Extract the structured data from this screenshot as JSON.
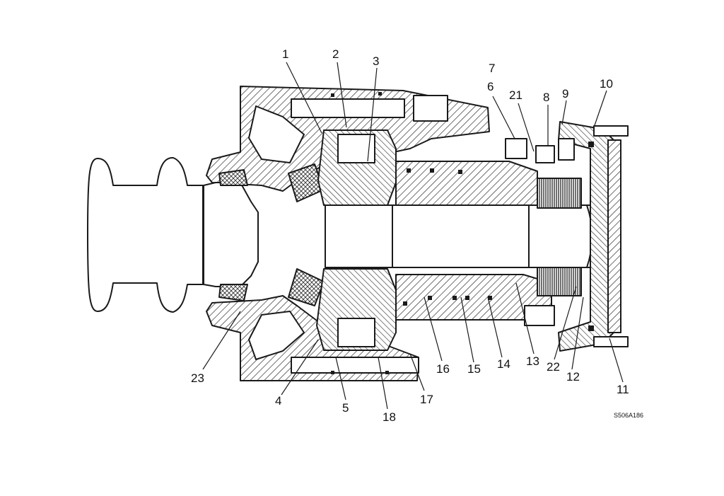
{
  "figure": {
    "code": "S506A186",
    "palette": {
      "ink": "#1a1a1a",
      "paper": "#ffffff",
      "hatch": "#3a3a3a"
    },
    "callouts": [
      "1",
      "2",
      "3",
      "7",
      "6",
      "21",
      "8",
      "9",
      "10",
      "23",
      "4",
      "5",
      "18",
      "17",
      "16",
      "15",
      "14",
      "13",
      "22",
      "12",
      "11"
    ]
  }
}
